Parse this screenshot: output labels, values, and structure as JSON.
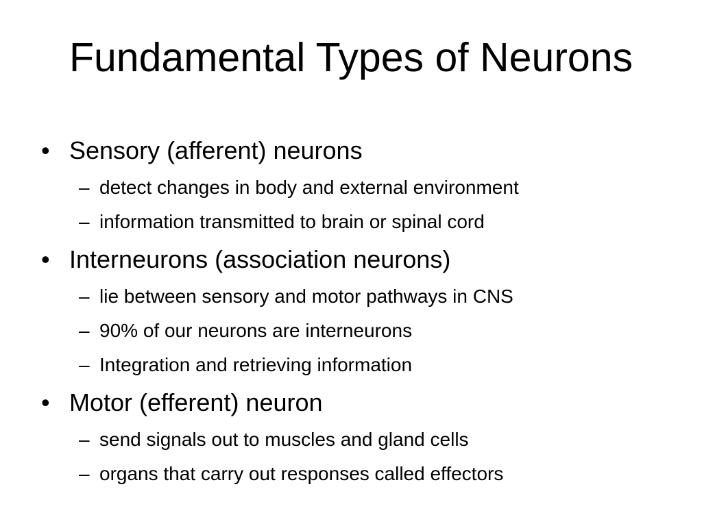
{
  "slide": {
    "title": "Fundamental Types of Neurons",
    "bullet_marker": "•",
    "sub_marker": "–",
    "sections": [
      {
        "heading": "Sensory (afferent) neurons",
        "items": [
          "detect changes in body and external environment",
          "information transmitted to brain or spinal cord"
        ]
      },
      {
        "heading": "Interneurons (association neurons)",
        "items": [
          "lie between sensory and motor pathways in CNS",
          "90% of our neurons are interneurons",
          "Integration and retrieving information"
        ]
      },
      {
        "heading": "Motor (efferent) neuron",
        "items": [
          "send signals out to muscles and gland cells",
          "organs that carry out responses called effectors"
        ]
      }
    ]
  }
}
